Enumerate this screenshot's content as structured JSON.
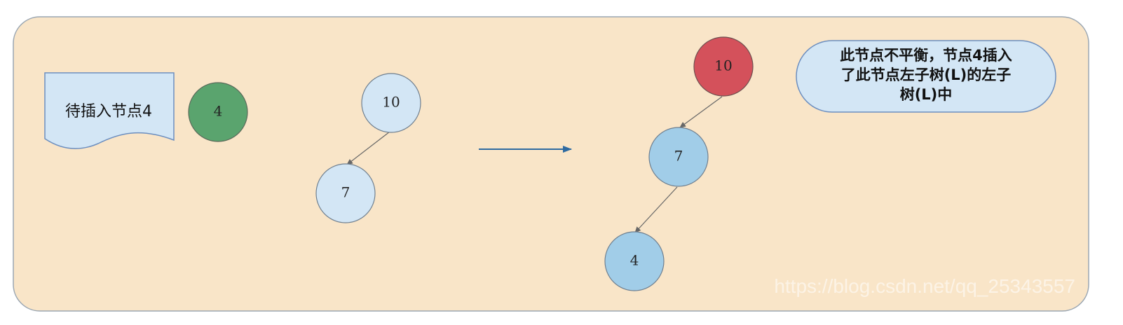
{
  "colors": {
    "background_panel": "#f9e5c8",
    "panel_border": "#9aa6b2",
    "light_blue_node": "#d3e6f5",
    "mid_blue_node": "#a1cde8",
    "red_node": "#d4515b",
    "green_node": "#5aa46e",
    "arrow_blue": "#2e6aa1",
    "edge_gray": "#666666",
    "note_fill": "#d3e6f5",
    "note_border": "#6c8ebf"
  },
  "document_shape": {
    "label": "待插入节点4"
  },
  "insert_node": {
    "value": "4"
  },
  "before_tree": {
    "root": "10",
    "left_child": "7"
  },
  "after_tree": {
    "root": "10",
    "left_child": "7",
    "left_left_child": "4"
  },
  "note": {
    "lines": [
      "此节点不平衡，节点4插入",
      "了此节点左子树(L)的左子",
      "树(L)中"
    ]
  },
  "watermark": "https://blog.csdn.net/qq_25343557"
}
